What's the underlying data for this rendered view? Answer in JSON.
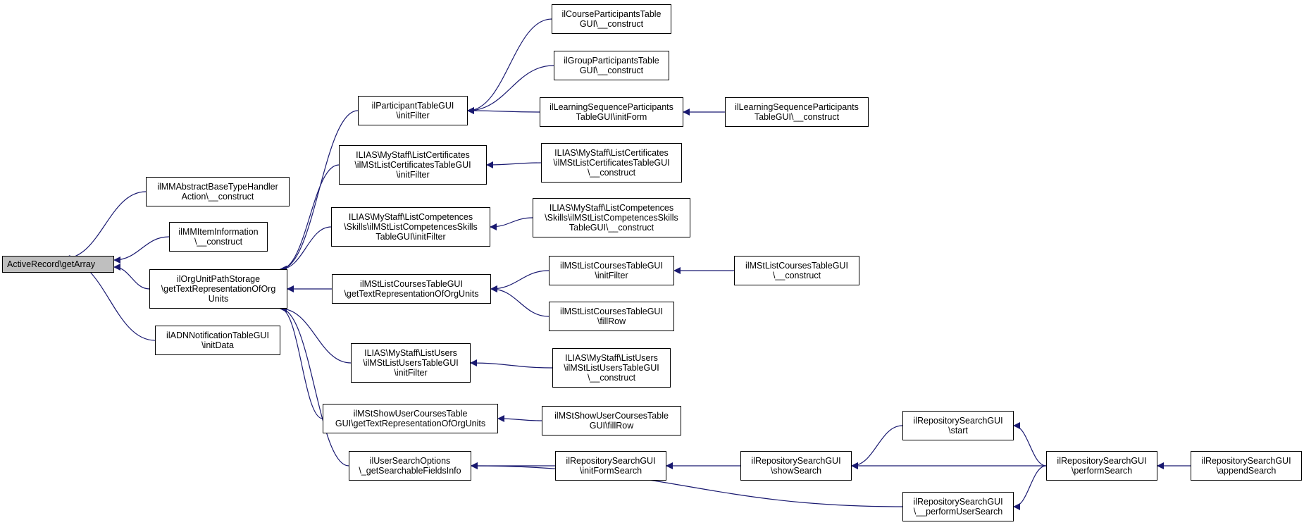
{
  "graph": {
    "nodes": [
      {
        "id": "root",
        "lines": [
          "ActiveRecord\\getArray"
        ],
        "highlight": true
      },
      {
        "id": "n1",
        "lines": [
          "ilMMAbstractBaseTypeHandler",
          "Action\\__construct"
        ]
      },
      {
        "id": "n2",
        "lines": [
          "ilMMItemInformation",
          "\\__construct"
        ]
      },
      {
        "id": "n3",
        "lines": [
          "ilOrgUnitPathStorage",
          "\\getTextRepresentationOfOrg",
          "Units"
        ]
      },
      {
        "id": "n4",
        "lines": [
          "ilADNNotificationTableGUI",
          "\\initData"
        ]
      },
      {
        "id": "n5",
        "lines": [
          "ilParticipantTableGUI",
          "\\initFilter"
        ]
      },
      {
        "id": "n6",
        "lines": [
          "ILIAS\\MyStaff\\ListCertificates",
          "\\ilMStListCertificatesTableGUI",
          "\\initFilter"
        ]
      },
      {
        "id": "n7",
        "lines": [
          "ILIAS\\MyStaff\\ListCompetences",
          "\\Skills\\ilMStListCompetencesSkills",
          "TableGUI\\initFilter"
        ]
      },
      {
        "id": "n8",
        "lines": [
          "ilMStListCoursesTableGUI",
          "\\getTextRepresentationOfOrgUnits"
        ]
      },
      {
        "id": "n9",
        "lines": [
          "ILIAS\\MyStaff\\ListUsers",
          "\\ilMStListUsersTableGUI",
          "\\initFilter"
        ]
      },
      {
        "id": "n10",
        "lines": [
          "ilMStShowUserCoursesTable",
          "GUI\\getTextRepresentationOfOrgUnits"
        ]
      },
      {
        "id": "n11",
        "lines": [
          "ilUserSearchOptions",
          "\\_getSearchableFieldsInfo"
        ]
      },
      {
        "id": "n12",
        "lines": [
          "ilCourseParticipantsTable",
          "GUI\\__construct"
        ]
      },
      {
        "id": "n13",
        "lines": [
          "ilGroupParticipantsTable",
          "GUI\\__construct"
        ]
      },
      {
        "id": "n14",
        "lines": [
          "ilLearningSequenceParticipants",
          "TableGUI\\initForm"
        ]
      },
      {
        "id": "n15",
        "lines": [
          "ilLearningSequenceParticipants",
          "TableGUI\\__construct"
        ]
      },
      {
        "id": "n16",
        "lines": [
          "ILIAS\\MyStaff\\ListCertificates",
          "\\ilMStListCertificatesTableGUI",
          "\\__construct"
        ]
      },
      {
        "id": "n17",
        "lines": [
          "ILIAS\\MyStaff\\ListCompetences",
          "\\Skills\\ilMStListCompetencesSkills",
          "TableGUI\\__construct"
        ]
      },
      {
        "id": "n18",
        "lines": [
          "ilMStListCoursesTableGUI",
          "\\initFilter"
        ]
      },
      {
        "id": "n19",
        "lines": [
          "ilMStListCoursesTableGUI",
          "\\__construct"
        ]
      },
      {
        "id": "n20",
        "lines": [
          "ilMStListCoursesTableGUI",
          "\\fillRow"
        ]
      },
      {
        "id": "n21",
        "lines": [
          "ILIAS\\MyStaff\\ListUsers",
          "\\ilMStListUsersTableGUI",
          "\\__construct"
        ]
      },
      {
        "id": "n22",
        "lines": [
          "ilMStShowUserCoursesTable",
          "GUI\\fillRow"
        ]
      },
      {
        "id": "n23",
        "lines": [
          "ilRepositorySearchGUI",
          "\\initFormSearch"
        ]
      },
      {
        "id": "n24",
        "lines": [
          "ilRepositorySearchGUI",
          "\\showSearch"
        ]
      },
      {
        "id": "n25",
        "lines": [
          "ilRepositorySearchGUI",
          "\\start"
        ]
      },
      {
        "id": "n26",
        "lines": [
          "ilRepositorySearchGUI",
          "\\performSearch"
        ]
      },
      {
        "id": "n27",
        "lines": [
          "ilRepositorySearchGUI",
          "\\appendSearch"
        ]
      },
      {
        "id": "n28",
        "lines": [
          "ilRepositorySearchGUI",
          "\\__performUserSearch"
        ]
      }
    ],
    "edges": [
      {
        "from": "n1",
        "to": "root"
      },
      {
        "from": "n2",
        "to": "root"
      },
      {
        "from": "n3",
        "to": "root"
      },
      {
        "from": "n4",
        "to": "root"
      },
      {
        "from": "n5",
        "to": "n3"
      },
      {
        "from": "n6",
        "to": "n3"
      },
      {
        "from": "n7",
        "to": "n3"
      },
      {
        "from": "n8",
        "to": "n3"
      },
      {
        "from": "n9",
        "to": "n3"
      },
      {
        "from": "n10",
        "to": "n3"
      },
      {
        "from": "n11",
        "to": "n3"
      },
      {
        "from": "n12",
        "to": "n5"
      },
      {
        "from": "n13",
        "to": "n5"
      },
      {
        "from": "n14",
        "to": "n5"
      },
      {
        "from": "n15",
        "to": "n14"
      },
      {
        "from": "n16",
        "to": "n6"
      },
      {
        "from": "n17",
        "to": "n7"
      },
      {
        "from": "n18",
        "to": "n8"
      },
      {
        "from": "n20",
        "to": "n8"
      },
      {
        "from": "n19",
        "to": "n18"
      },
      {
        "from": "n21",
        "to": "n9"
      },
      {
        "from": "n22",
        "to": "n10"
      },
      {
        "from": "n23",
        "to": "n11"
      },
      {
        "from": "n28",
        "to": "n11"
      },
      {
        "from": "n24",
        "to": "n23"
      },
      {
        "from": "n25",
        "to": "n24"
      },
      {
        "from": "n26",
        "to": "n24"
      },
      {
        "from": "n26",
        "to": "n25"
      },
      {
        "from": "n26",
        "to": "n28"
      },
      {
        "from": "n27",
        "to": "n26"
      }
    ],
    "colors": {
      "edge": "#191970",
      "highlight_fill": "#bfbfbf",
      "node_border": "#000000"
    }
  }
}
